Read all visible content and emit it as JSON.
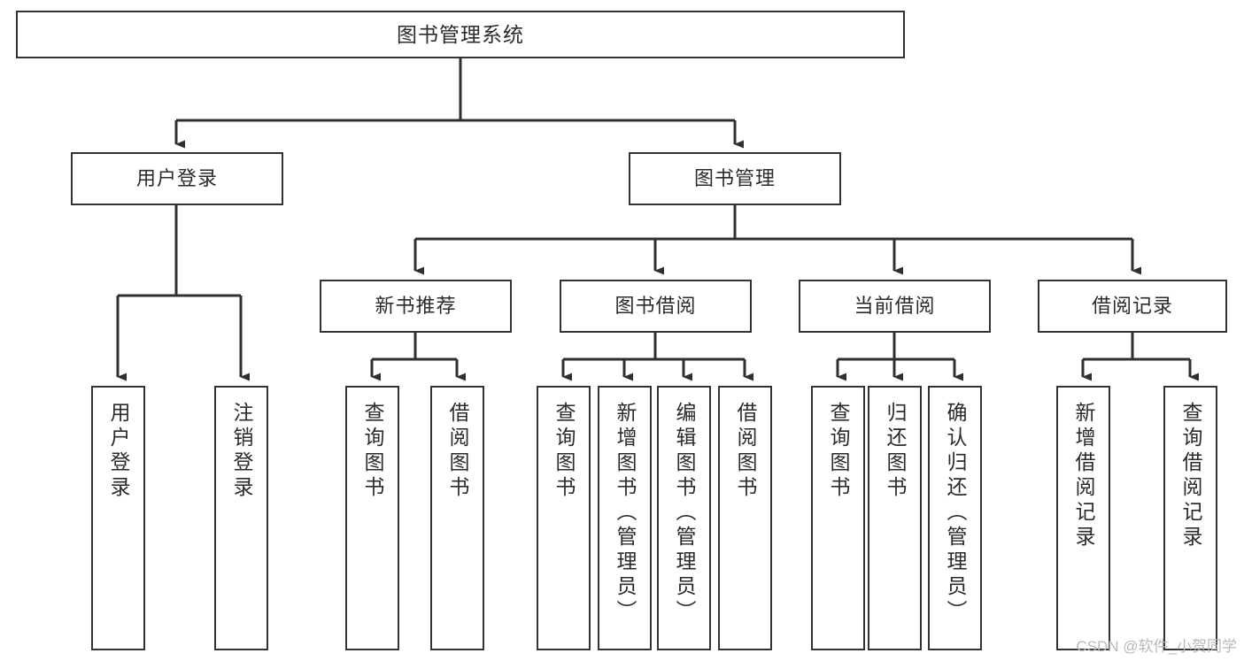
{
  "diagram": {
    "title": "图书管理系统",
    "type": "tree-hierarchy-chart",
    "watermark": "CSDN @软件_小贺同学",
    "colors": {
      "box_border": "#333333",
      "box_fill": "#ffffff",
      "connector": "#2f2f2f",
      "text": "#2b2b2b",
      "watermark": "#b9b9b9",
      "background": "#ffffff"
    },
    "root": {
      "id": "root",
      "label": "图书管理系统"
    },
    "level1": [
      {
        "id": "login",
        "label": "用户登录"
      },
      {
        "id": "bookmgmt",
        "label": "图书管理"
      }
    ],
    "level2": [
      {
        "id": "newbook",
        "label": "新书推荐",
        "parent": "bookmgmt"
      },
      {
        "id": "borrow",
        "label": "图书借阅",
        "parent": "bookmgmt"
      },
      {
        "id": "current",
        "label": "当前借阅",
        "parent": "bookmgmt"
      },
      {
        "id": "record",
        "label": "借阅记录",
        "parent": "bookmgmt"
      }
    ],
    "leaves": [
      {
        "id": "leaf-login-1",
        "label": "用户登录",
        "parent": "login"
      },
      {
        "id": "leaf-login-2",
        "label": "注销登录",
        "parent": "login"
      },
      {
        "id": "leaf-new-1",
        "label": "查询图书",
        "parent": "newbook"
      },
      {
        "id": "leaf-new-2",
        "label": "借阅图书",
        "parent": "newbook"
      },
      {
        "id": "leaf-borrow-1",
        "label": "查询图书",
        "parent": "borrow"
      },
      {
        "id": "leaf-borrow-2",
        "label": "新增图书（管理员）",
        "parent": "borrow"
      },
      {
        "id": "leaf-borrow-3",
        "label": "编辑图书（管理员）",
        "parent": "borrow"
      },
      {
        "id": "leaf-borrow-4",
        "label": "借阅图书",
        "parent": "borrow"
      },
      {
        "id": "leaf-cur-1",
        "label": "查询图书",
        "parent": "current"
      },
      {
        "id": "leaf-cur-2",
        "label": "归还图书",
        "parent": "current"
      },
      {
        "id": "leaf-cur-3",
        "label": "确认归还（管理员）",
        "parent": "current"
      },
      {
        "id": "leaf-rec-1",
        "label": "新增借阅记录",
        "parent": "record"
      },
      {
        "id": "leaf-rec-2",
        "label": "查询借阅记录",
        "parent": "record"
      }
    ]
  }
}
